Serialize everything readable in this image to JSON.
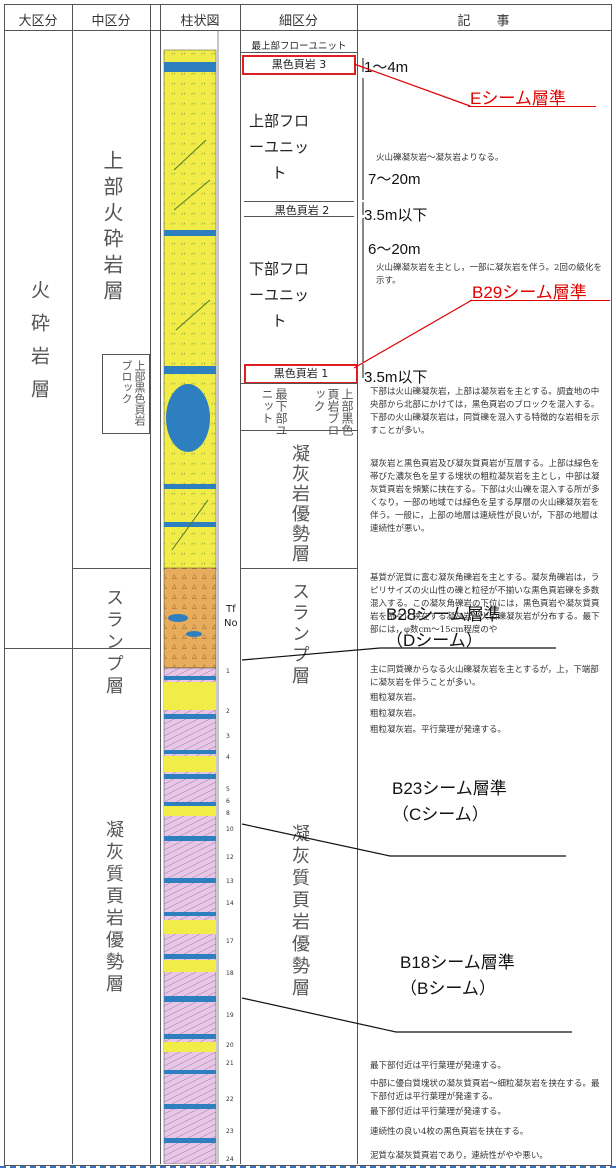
{
  "headers": {
    "major": "大区分",
    "middle": "中区分",
    "column": "柱状図",
    "detail": "細区分",
    "notes": "記　　事"
  },
  "major_units": [
    "火砕岩層"
  ],
  "middle_units": [
    "上部火砕岩層",
    "スランプ層",
    "凝灰質頁岩優勢層"
  ],
  "middle_subunit": {
    "text": "上部黒色頁岩ブロック"
  },
  "detail_units": {
    "top_flow": "最上部フローユニット",
    "shale3": "黒色頁岩 3",
    "upper_flow": "上部フローユニット",
    "shale2": "黒色頁岩 2",
    "lower_flow": "下部フローユニット",
    "shale1": "黒色頁岩 1",
    "bottom_flow": "最下部ユニット",
    "black_block": "上部黒色頁岩ブロック",
    "tuff_dominant": "凝灰岩優勢層",
    "slump": "スランプ層",
    "tuff_shale": "凝灰質頁岩優勢層"
  },
  "dimensions": [
    "1〜4m",
    "7〜20m",
    "3.5m以下",
    "6〜20m",
    "3.5m以下"
  ],
  "seams": {
    "e": "Eシーム層準",
    "b29": "B29シーム層準",
    "b28": "B28シーム層準",
    "d": "（Dシーム）",
    "b23": "B23シーム層準",
    "c": "（Cシーム）",
    "b18": "B18シーム層準",
    "b": "（Bシーム）"
  },
  "tf": {
    "tf": "Tf",
    "no": "No"
  },
  "bed_numbers": [
    "1",
    "2",
    "3",
    "4",
    "5",
    "6",
    "8",
    "10",
    "12",
    "13",
    "14",
    "17",
    "18",
    "19",
    "20",
    "21",
    "22",
    "23",
    "24"
  ],
  "notes": [
    "火山礫凝灰岩〜凝灰岩よりなる。",
    "火山礫凝灰岩を主とし，一部に凝灰岩を伴う。2回の級化を示す。",
    "下部は火山礫凝灰岩，上部は凝灰岩を主とする。調査地の中央部から北部にかけては，黒色頁岩のブロックを混入する。下部の火山礫凝灰岩は，同質礫を混入する特徴的な岩相を示すことが多い。",
    "凝灰岩と黒色頁岩及び凝灰質頁岩が互層する。上部は緑色を帯びた濃灰色を呈する塊状の粗粒凝灰岩を主とし，中部は凝灰質頁岩を頻繁に挟在する。下部は火山礫を混入する所が多くなり，一部の地域では緑色を呈する厚層の火山礫凝灰岩を伴う。一般に，上部の地層は連続性が良いが，下部の地層は連続性が悪い。",
    "基質が泥質に富む凝灰角礫岩を主とする。凝灰角礫岩は，ラピリサイズの火山性の礫と粒径が不揃いな黒色頁岩礫を多数混入する。この凝灰角礫岩の下位には，黒色頁岩や凝灰質頁岩を所々に挟在する凝灰岩〜火山礫凝灰岩が分布する。最下部には，φ数cm〜15cm程度のや",
    "主に同質礫からなる火山礫凝灰岩を主とするが，上，下端部に凝灰岩を伴うことが多い。",
    "粗粒凝灰岩。",
    "粗粒凝灰岩。",
    "粗粒凝灰岩。平行葉理が発達する。",
    "最下部付近は平行葉理が発達する。",
    "中部に優白質塊状の凝灰質頁岩〜細粒凝灰岩を挟在する。最下部付近は平行葉理が発達する。",
    "最下部付近は平行葉理が発達する。",
    "連続性の良い4枚の黒色頁岩を挟在する。",
    "泥質な凝灰質頁岩であり，連続性がやや悪い。"
  ],
  "colors": {
    "tuff": "#f2ec48",
    "shale": "#2e7fc0",
    "slump": "#e8ad5c",
    "pink": "#e8c6e6",
    "red": "#e02020"
  }
}
